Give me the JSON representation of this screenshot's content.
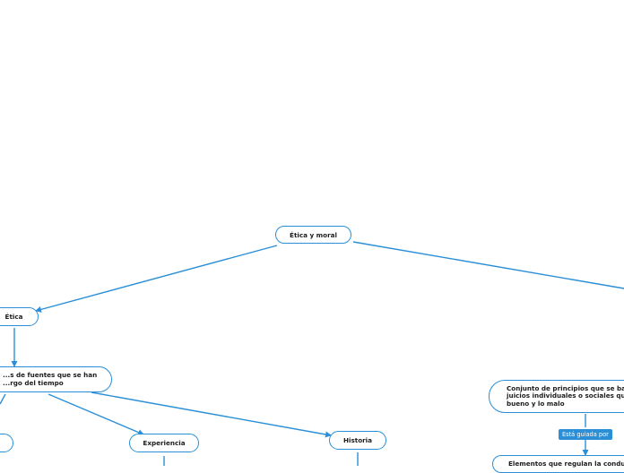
{
  "map": {
    "root": "Ética y moral",
    "etica": "Ética",
    "fuentes": "...s de fuentes que se han\n...rgo del tiempo",
    "experiencia": "Experiencia",
    "historia": "Historia",
    "moral_def": "Conjunto de principios que se bas...\njuicios individuales o sociales que...\nbueno y lo malo",
    "guiada_tag": "Está guiada por",
    "elementos": "Elementos que regulan la conduc..."
  },
  "colors": {
    "line": "#2a8fd6",
    "tag_bg": "#2a8fd6"
  }
}
